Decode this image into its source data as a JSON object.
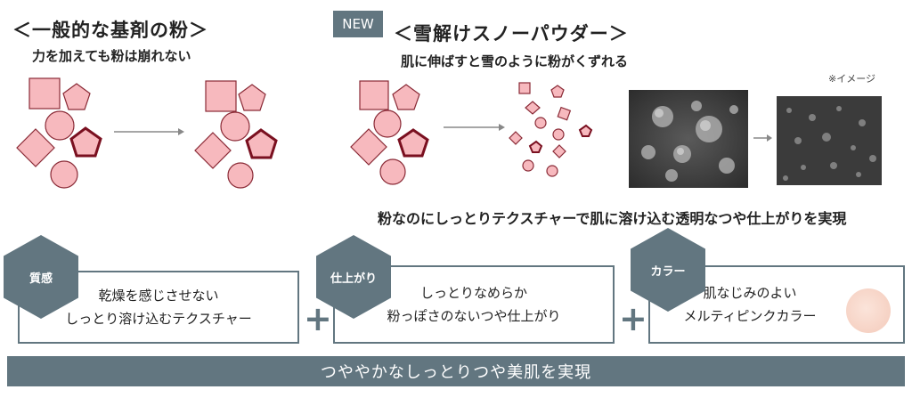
{
  "regular": {
    "title": "＜一般的な基剤の粉＞",
    "subtitle": "力を加えても粉は崩れない"
  },
  "new_powder": {
    "badge": "NEW",
    "title": "＜雪解けスノーパウダー＞",
    "subtitle": "肌に伸ばすと雪のように粉がくずれる",
    "image_note": "※イメージ",
    "caption": "粉なのにしっとりテクスチャーで肌に溶け込む透明なつや仕上がりを実現"
  },
  "features": [
    {
      "tag": "質感",
      "lines": [
        "乾燥を感じさせない",
        "しっとり溶け込むテクスチャー"
      ]
    },
    {
      "tag": "仕上がり",
      "lines": [
        "しっとりなめらか",
        "粉っぽさのないつや仕上がり"
      ]
    },
    {
      "tag": "カラー",
      "lines": [
        "肌なじみのよい",
        "メルティピンクカラー"
      ]
    }
  ],
  "plus_symbol": "+",
  "conclusion": "つややかなしっとりつや美肌を実現",
  "colors": {
    "accent": "#627680",
    "shape_fill": "#f7b9be",
    "shape_stroke": "#8a2a36",
    "shape_stroke_highlight": "#7a1020",
    "swatch": "#f6d2c4"
  }
}
